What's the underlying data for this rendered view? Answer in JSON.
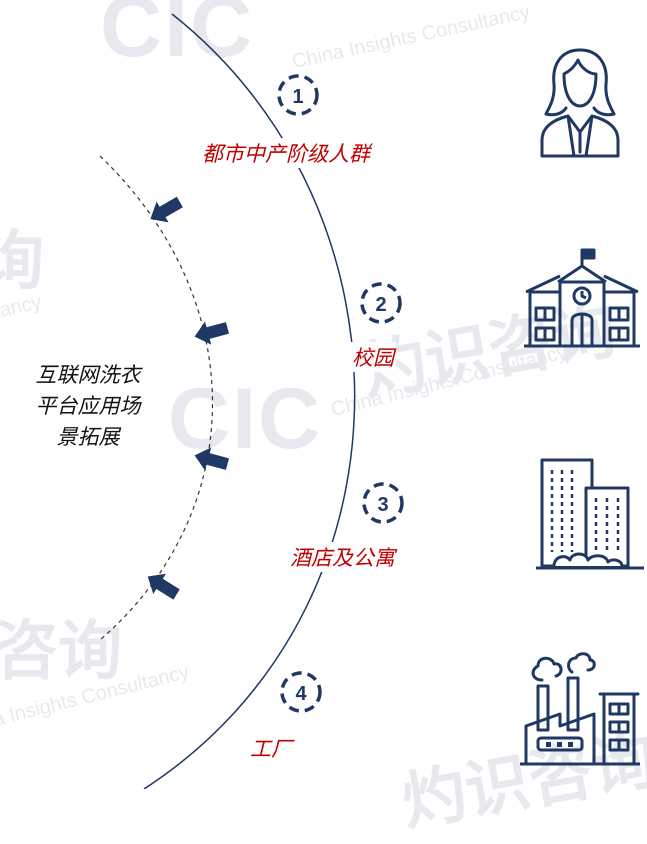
{
  "watermark": {
    "logo": "CIC",
    "cn": "灼识咨询",
    "cn_fragment_a": "询",
    "cn_fragment_b": "咨询",
    "en": "China Insights Consultancy",
    "en_fragment": "tancy"
  },
  "center_label": [
    "互联网洗衣",
    "平台应用场",
    "景拓展"
  ],
  "steps": [
    {
      "number": "1",
      "label": "都市中产阶级人群",
      "icon": "businesswoman-icon"
    },
    {
      "number": "2",
      "label": "校园",
      "icon": "school-building-icon"
    },
    {
      "number": "3",
      "label": "酒店及公寓",
      "icon": "hotel-apartment-icon"
    },
    {
      "number": "4",
      "label": "工厂",
      "icon": "factory-icon"
    }
  ],
  "colors": {
    "navy": "#1f3864",
    "label_red": "#c00000",
    "watermark": "#e7e9ee"
  }
}
